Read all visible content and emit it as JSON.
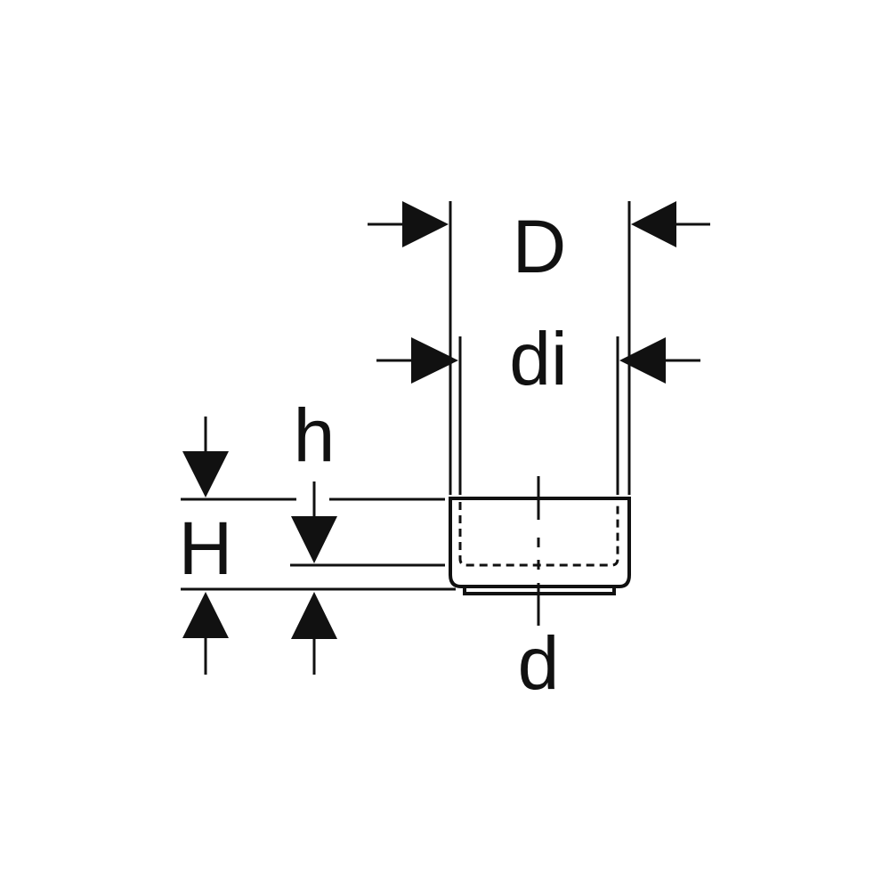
{
  "diagram": {
    "labels": {
      "outer_diameter": "D",
      "inner_diameter": "di",
      "inner_height": "h",
      "total_height": "H",
      "diameter": "d"
    },
    "colors": {
      "stroke": "#111111",
      "background": "#ffffff"
    }
  }
}
